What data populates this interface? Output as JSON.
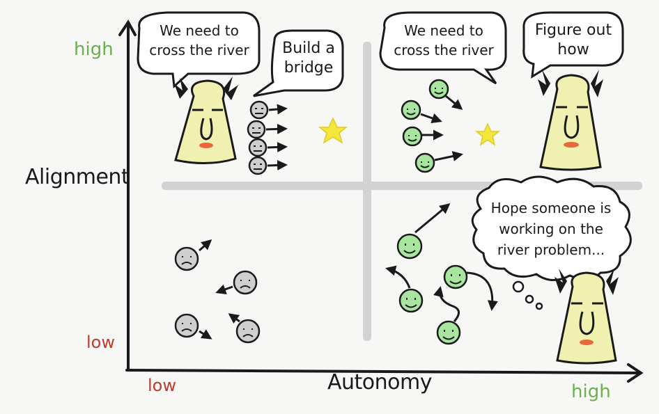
{
  "axes": {
    "y_label": "Alignment",
    "x_label": "Autonomy",
    "y_high": "high",
    "y_low": "low",
    "x_low": "low",
    "x_high": "high"
  },
  "colors": {
    "high_label": "#6ab04c",
    "low_label": "#c0392b",
    "leader_face": "#f0f0b0",
    "aligned_team": "#cfcfcf",
    "autonomous_team": "#a8e6a0",
    "star": "#f5e63c",
    "divider": "#d2d2d2"
  },
  "quadrants": {
    "top_left": {
      "leader_says": "We need to\ncross the river",
      "team_says": "Build a\nbridge"
    },
    "top_right": {
      "leader_says": "We need to\ncross the river",
      "team_says": "Figure out\nhow"
    },
    "bottom_right": {
      "leader_thinks": "Hope someone is\nworking on the\nriver problem..."
    }
  },
  "icons": [
    "leader-face-icon",
    "sad-face-icon",
    "neutral-face-icon",
    "smiley-face-icon",
    "star-icon",
    "arrow-icon"
  ]
}
